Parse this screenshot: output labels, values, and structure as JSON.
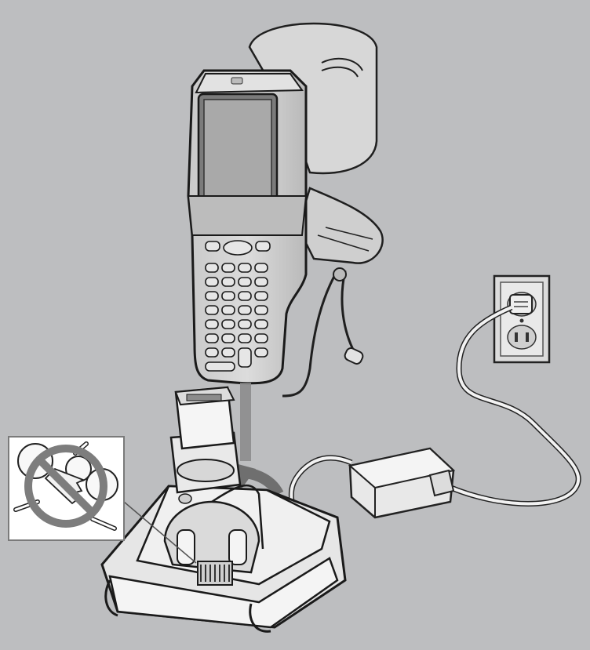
{
  "figure": {
    "device": "handheld-mobile-computer",
    "cradle": "single-slot-charging-cradle",
    "adapter": "power-supply",
    "outlet": "wall-outlet",
    "warning_icon": "no-metal-objects-icon",
    "colors": {
      "background": "#bdbec0",
      "device_body": "#d6d6d6",
      "device_dark": "#8e8e8e",
      "screen": "#a9a9a9",
      "cradle_body": "#ececec",
      "adapter": "#e8e8e8",
      "arrow": "#7f7f7f",
      "prohibit": "#7d7d7d"
    }
  }
}
